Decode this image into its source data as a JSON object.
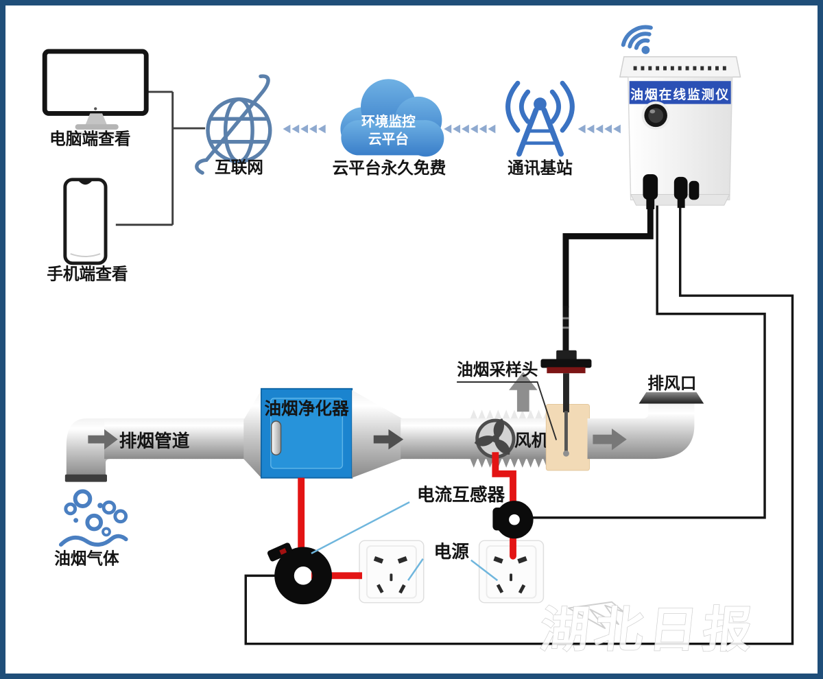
{
  "labels": {
    "computer": "电脑端查看",
    "phone": "手机端查看",
    "internet": "互联网",
    "cloud_line1": "环境监控",
    "cloud_line2": "云平台",
    "cloud_caption": "云平台永久免费",
    "tower": "通讯基站",
    "device_banner": "油烟在线监测仪",
    "duct": "排烟管道",
    "purifier": "油烟净化器",
    "fan": "风机",
    "sampling_head": "油烟采样头",
    "exhaust_outlet": "排风口",
    "fume_gas": "油烟气体",
    "current_transformer": "电流互感器",
    "power": "电源",
    "watermark": "湖北日报"
  },
  "colors": {
    "frame_border": "#1f4e79",
    "icon_blue": "#3a72c2",
    "globe_blue": "#5b80ab",
    "dashed_arrow": "#8ea9cf",
    "cloud_top": "#6fb1e4",
    "cloud_bottom": "#3a7ec9",
    "banner_blue": "#2b50b5",
    "purifier_blue": "#1b84cf",
    "wire_red": "#e31414",
    "pointer_blue": "#6fb6dd",
    "sampling_tan": "#f2dab6",
    "wire_black": "#151515"
  }
}
